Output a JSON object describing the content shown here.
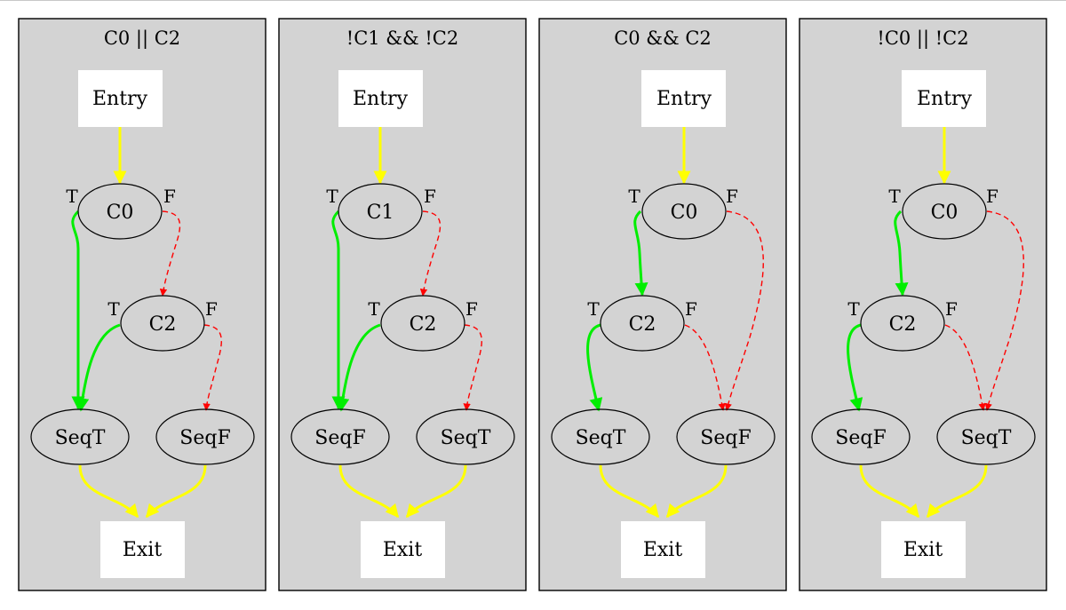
{
  "colors": {
    "cluster_fill": "#d3d3d3",
    "entry_exit_edge": "#ffff00",
    "true_edge": "#00ee00",
    "false_edge": "#ff0000"
  },
  "legend_ports": {
    "true": "T",
    "false": "F"
  },
  "clusters": [
    {
      "title": "C0 || C2",
      "entry": "Entry",
      "first_cond": "C0",
      "second_cond": "C2",
      "left_seq": "SeqT",
      "right_seq": "SeqF",
      "exit": "Exit"
    },
    {
      "title": "!C1 && !C2",
      "entry": "Entry",
      "first_cond": "C1",
      "second_cond": "C2",
      "left_seq": "SeqF",
      "right_seq": "SeqT",
      "exit": "Exit"
    },
    {
      "title": "C0 && C2",
      "entry": "Entry",
      "first_cond": "C0",
      "second_cond": "C2",
      "left_seq": "SeqT",
      "right_seq": "SeqF",
      "exit": "Exit"
    },
    {
      "title": "!C0 || !C2",
      "entry": "Entry",
      "first_cond": "C0",
      "second_cond": "C2",
      "left_seq": "SeqF",
      "right_seq": "SeqT",
      "exit": "Exit"
    }
  ]
}
